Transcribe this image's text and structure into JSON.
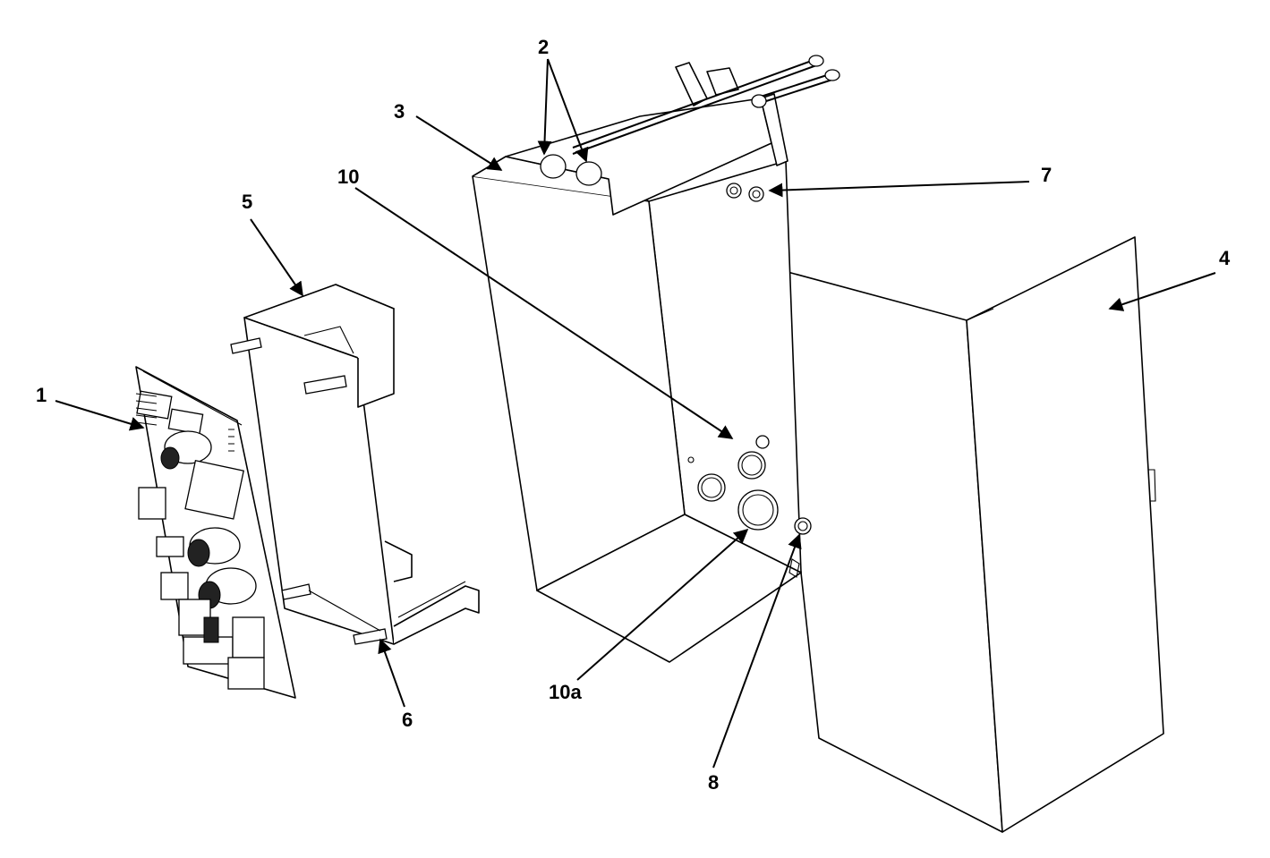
{
  "callouts": {
    "c1": "1",
    "c2": "2",
    "c3": "3",
    "c4": "4",
    "c5": "5",
    "c6": "6",
    "c7": "7",
    "c8": "8",
    "c10": "10",
    "c10a": "10a"
  },
  "colors": {
    "line": "#000000",
    "background": "#ffffff"
  }
}
